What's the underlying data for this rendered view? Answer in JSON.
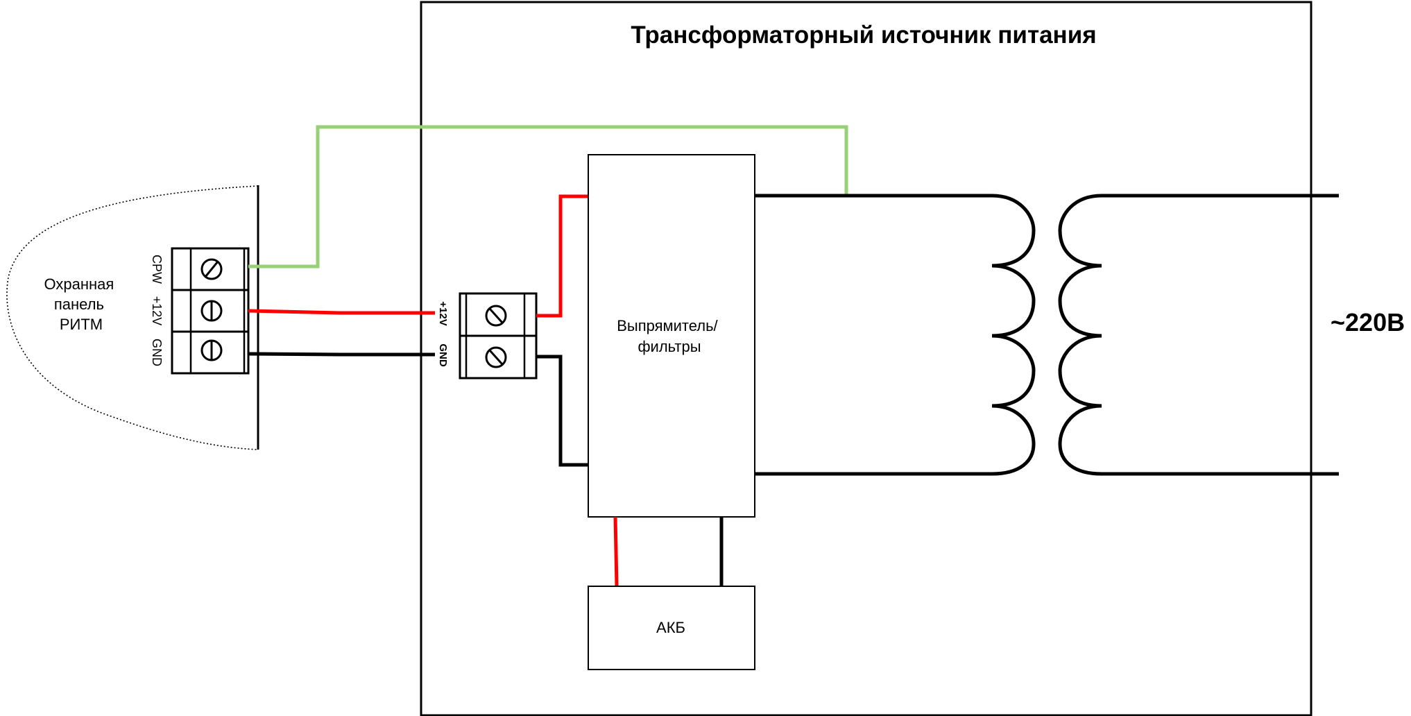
{
  "title": "Трансформаторный источник питания",
  "mains_label": "~220В",
  "panel": {
    "lines": [
      "Охранная",
      "панель",
      "РИТМ"
    ],
    "terminals": [
      "CPW",
      "+12V",
      "GND"
    ]
  },
  "psu_terminals": [
    "+12V",
    "GND"
  ],
  "rectifier": {
    "lines": [
      "Выпрямитель/",
      "фильтры"
    ]
  },
  "battery": "АКБ",
  "colors": {
    "plus_wire": "#ff0000",
    "gnd_wire": "#000000",
    "signal_wire": "#97d077",
    "outline": "#000000"
  }
}
